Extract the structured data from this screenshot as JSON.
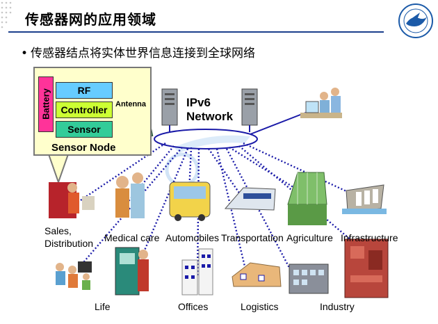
{
  "slide": {
    "title": "传感器网的应用领域",
    "bullet": "传感器结点将实体世界信息连接到全球网络"
  },
  "sensor_node": {
    "battery": "Battery",
    "rf": "RF",
    "controller": "Controller",
    "sensor": "Sensor",
    "antenna": "Antenna",
    "title": "Sensor Node"
  },
  "network": {
    "line1": "IPv6",
    "line2": "Network"
  },
  "applications": {
    "sales": "Sales,",
    "distribution": "Distribution",
    "medical": "Medical care",
    "automobiles": "Automobiles",
    "transportation": "Transportation",
    "agriculture": "Agriculture",
    "infrastructure": "Infrastructure",
    "life": "Life",
    "offices": "Offices",
    "logistics": "Logistics",
    "industry": "Industry"
  },
  "colors": {
    "title_rule": "#1b3f8c",
    "battery": "#ff3399",
    "rf": "#66ccff",
    "controller": "#ccff33",
    "sensor": "#33cc99",
    "link_lines": "#1a1aa8"
  }
}
